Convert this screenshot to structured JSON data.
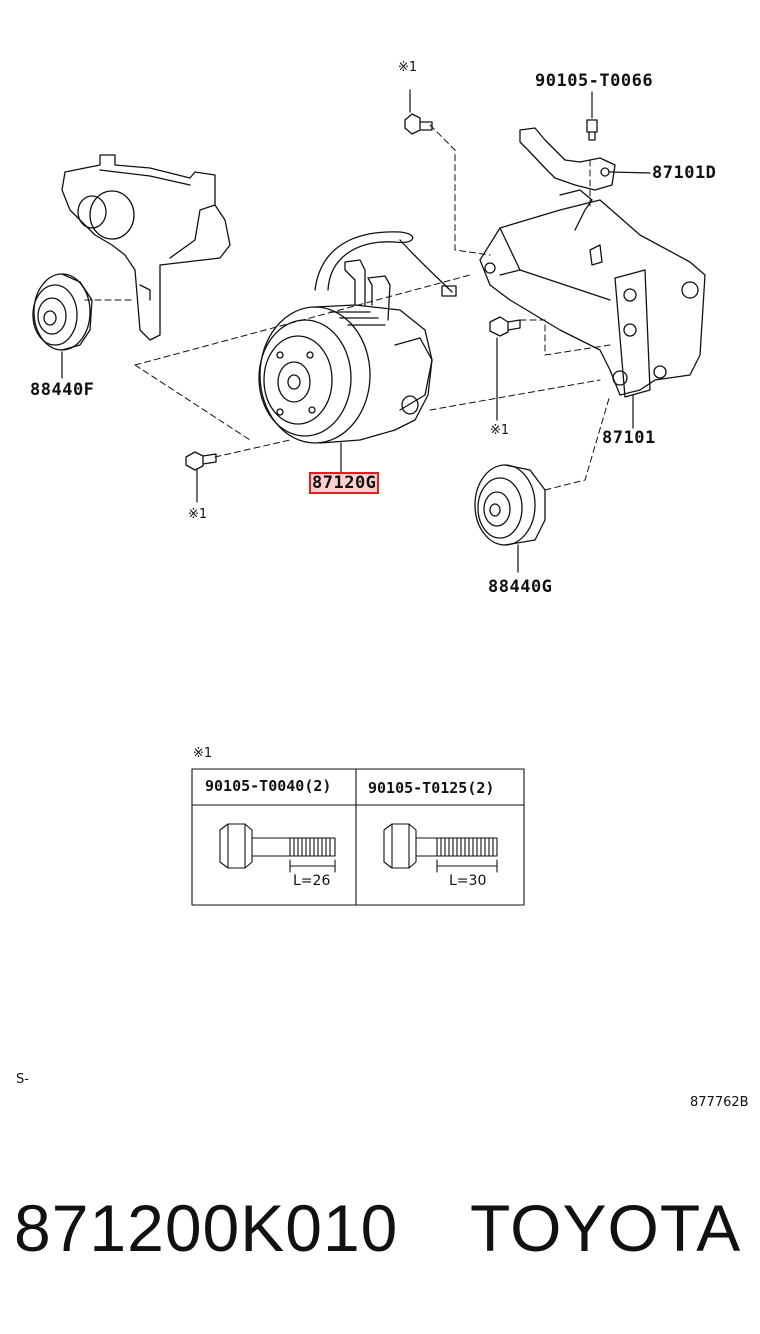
{
  "diagram": {
    "part_labels": {
      "bolt_top": "90105-T0066",
      "bracket_d": "87101D",
      "idler_f": "88440F",
      "compressor": "87120G",
      "bracket": "87101",
      "idler_g": "88440G"
    },
    "ref_mark": "※1",
    "table": {
      "note": "※1",
      "columns": [
        {
          "part": "90105-T0040(2)",
          "length": "L=26"
        },
        {
          "part": "90105-T0125(2)",
          "length": "L=30"
        }
      ]
    },
    "corner_left": "S-",
    "diagram_code": "877762B"
  },
  "footer": {
    "part_number": "871200K010",
    "brand": "TOYOTA"
  },
  "colors": {
    "line": "#111111",
    "highlight_border": "#e02020",
    "highlight_fill": "#ffaaaa"
  }
}
